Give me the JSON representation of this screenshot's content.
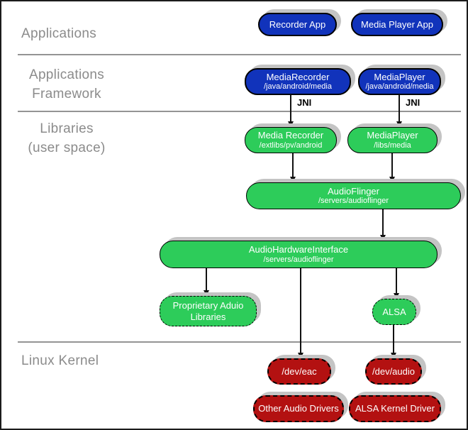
{
  "layers": {
    "applications": "Applications",
    "framework_line1": "Applications",
    "framework_line2": "Framework",
    "libraries_line1": "Libraries",
    "libraries_line2": "(user space)",
    "linux_kernel": "Linux Kernel"
  },
  "connectors": {
    "jni_left": "JNI",
    "jni_right": "JNI"
  },
  "nodes": {
    "recorder_app": {
      "title": "Recorder App"
    },
    "media_player_app": {
      "title": "Media Player App"
    },
    "media_recorder_fw": {
      "title": "MediaRecorder",
      "path": "/java/android/media"
    },
    "media_player_fw": {
      "title": "MediaPlayer",
      "path": "/java/android/media"
    },
    "media_recorder_lib": {
      "title": "Media Recorder",
      "path": "/extlibs/pv/android"
    },
    "media_player_lib": {
      "title": "MediaPlayer",
      "path": "/libs/media"
    },
    "audioflinger": {
      "title": "AudioFlinger",
      "path": "/servers/audioflinger"
    },
    "audio_hw_interface": {
      "title": "AudioHardwareInterface",
      "path": "/servers/audioflinger"
    },
    "proprietary_audio_libs": {
      "title": "Proprietary Aduio Libraries"
    },
    "alsa": {
      "title": "ALSA"
    },
    "dev_eac": {
      "title": "/dev/eac"
    },
    "dev_audio": {
      "title": "/dev/audio"
    },
    "other_audio_drivers": {
      "title": "Other Audio Drivers"
    },
    "alsa_kernel_driver": {
      "title": "ALSA Kernel Driver"
    }
  },
  "colors": {
    "application_blue": "#1133BB",
    "library_green": "#2DCC5A",
    "kernel_red": "#B31111",
    "shadow_gray": "#C4C4C4",
    "divider_gray": "#949494",
    "layer_label_gray": "#8B8B8B"
  }
}
